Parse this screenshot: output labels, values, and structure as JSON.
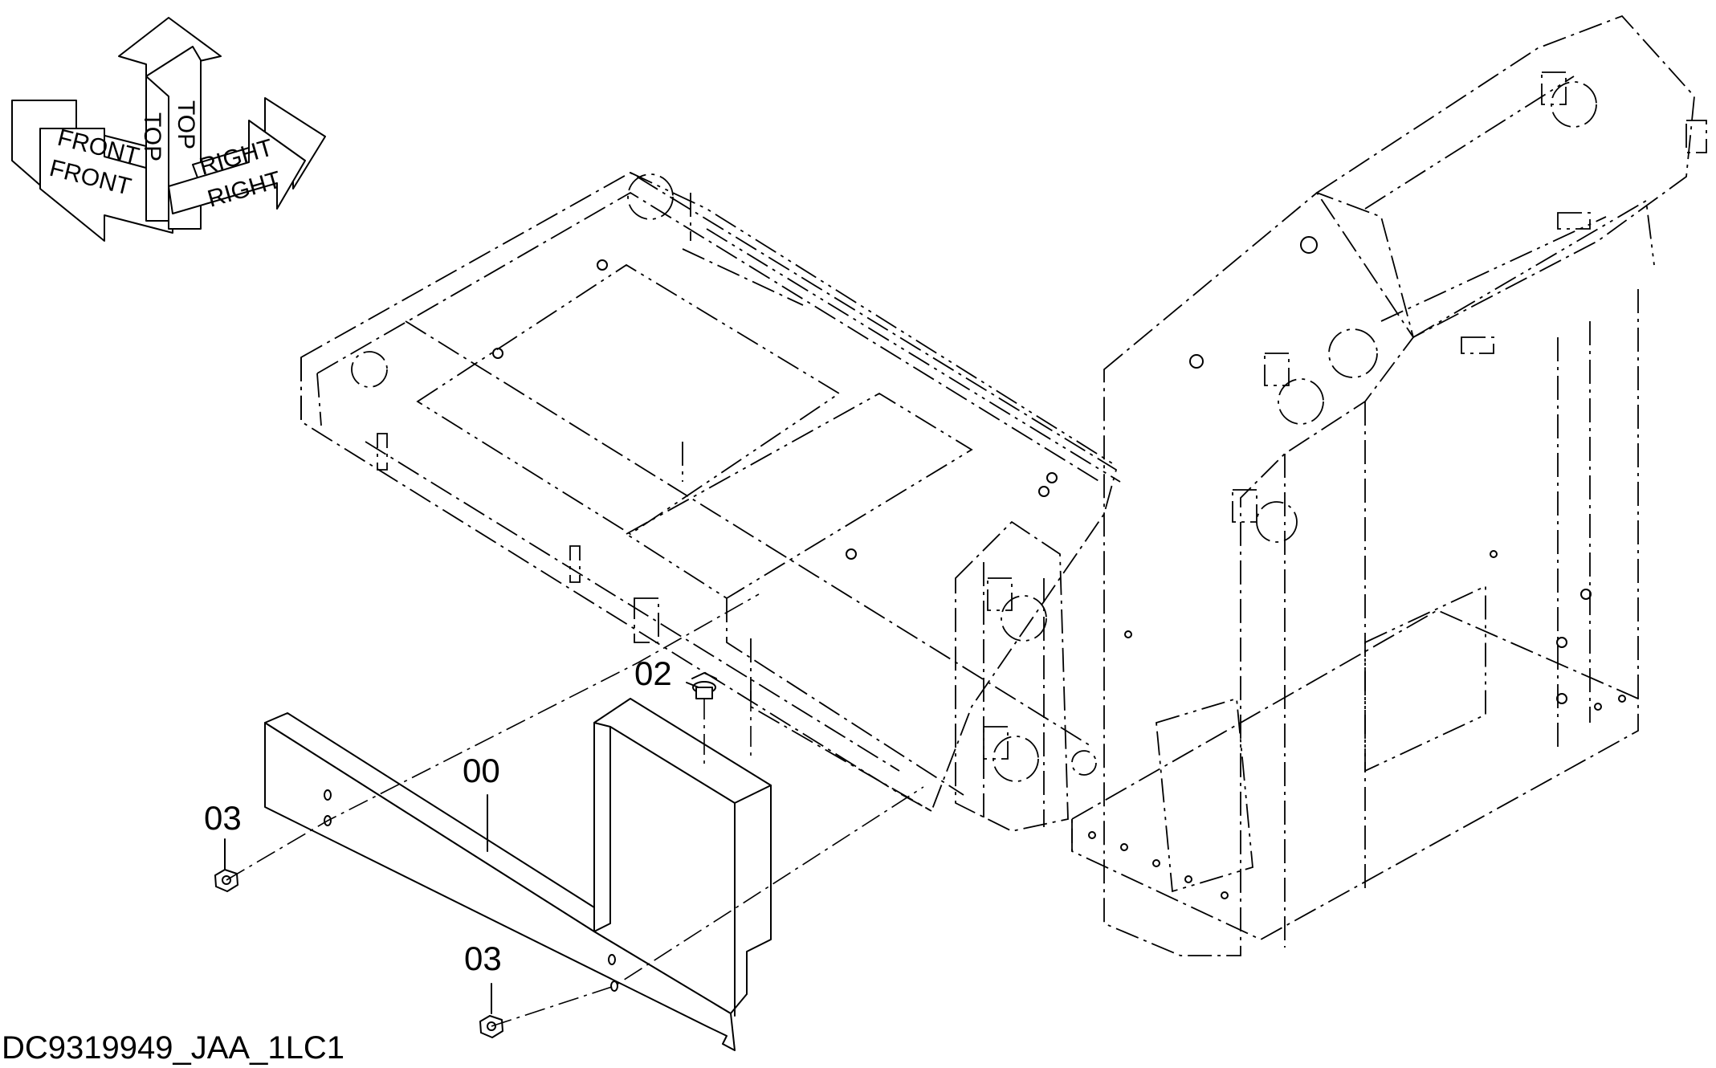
{
  "orientation": {
    "front_label": "FRONT",
    "top_label": "TOP",
    "right_label": "RIGHT"
  },
  "callouts": {
    "c00": "00",
    "c02": "02",
    "c03_upper": "03",
    "c03_lower": "03"
  },
  "drawing_number": "DC9319949_JAA_1LC1"
}
